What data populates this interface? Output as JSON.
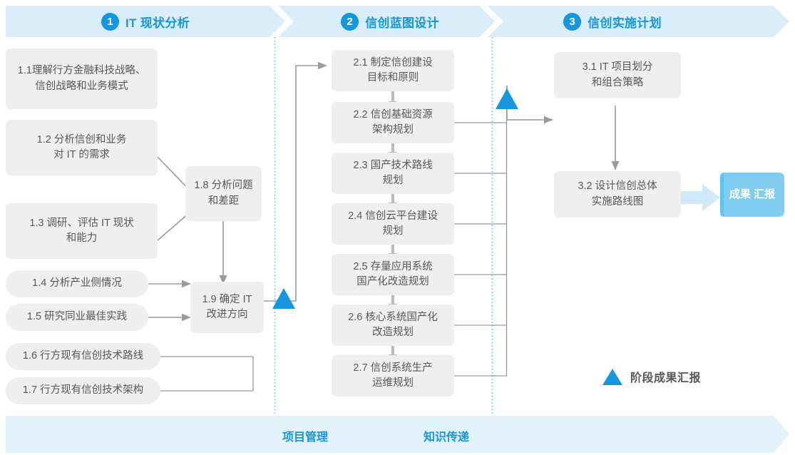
{
  "phases": [
    {
      "number": "1",
      "title": "IT 现状分析"
    },
    {
      "number": "2",
      "title": "信创蓝图设计"
    },
    {
      "number": "3",
      "title": "信创实施计划"
    }
  ],
  "column1": {
    "inputs": [
      {
        "id": "1.1",
        "lines": [
          "1.1理解行方金融科技战略、",
          "信创战略和业务模式"
        ]
      },
      {
        "id": "1.2",
        "lines": [
          "1.2 分析信创和业务",
          "对 IT 的需求"
        ]
      },
      {
        "id": "1.3",
        "lines": [
          "1.3 调研、评估 IT 现状",
          "和能力"
        ]
      },
      {
        "id": "1.4",
        "lines": [
          "1.4 分析产业侧情况"
        ]
      },
      {
        "id": "1.5",
        "lines": [
          "1.5 研究同业最佳实践"
        ]
      },
      {
        "id": "1.6",
        "lines": [
          "1.6 行方现有信创技术路线"
        ]
      },
      {
        "id": "1.7",
        "lines": [
          "1.7 行方现有信创技术架构"
        ]
      }
    ],
    "outputs": [
      {
        "id": "1.8",
        "lines": [
          "1.8 分析问题",
          "和差距"
        ]
      },
      {
        "id": "1.9",
        "lines": [
          "1.9 确定 IT",
          "改进方向"
        ]
      }
    ]
  },
  "column2": {
    "items": [
      {
        "id": "2.1",
        "lines": [
          "2.1 制定信创建设",
          "目标和原则"
        ]
      },
      {
        "id": "2.2",
        "lines": [
          "2.2 信创基础资源",
          "架构规划"
        ]
      },
      {
        "id": "2.3",
        "lines": [
          "2.3 国产技术路线",
          "规划"
        ]
      },
      {
        "id": "2.4",
        "lines": [
          "2.4 信创云平台建设",
          "规划"
        ]
      },
      {
        "id": "2.5",
        "lines": [
          "2.5 存量应用系统",
          "国产化改造规划"
        ]
      },
      {
        "id": "2.6",
        "lines": [
          "2.6 核心系统国产化",
          "改造规划"
        ]
      },
      {
        "id": "2.7",
        "lines": [
          "2.7 信创系统生产",
          "运维规划"
        ]
      }
    ]
  },
  "column3": {
    "items": [
      {
        "id": "3.1",
        "lines": [
          "3.1 IT 项目划分",
          "和组合策略"
        ]
      },
      {
        "id": "3.2",
        "lines": [
          "3.2 设计信创总体",
          "实施路线图"
        ]
      }
    ],
    "result": {
      "lines": [
        "成果",
        "汇报"
      ]
    }
  },
  "legend": {
    "marker": "triangle-icon",
    "label": "阶段成果汇报"
  },
  "footer": {
    "labels": [
      "项目管理",
      "知识传递"
    ]
  },
  "colors": {
    "brand_blue": "#1596dd",
    "band_fill": "#d9edfa",
    "footer_fill": "#e3f3fb",
    "box_fill": "#efefef",
    "box_text": "#58585a",
    "result_fill": "#7fcdf0",
    "connector": "#9b9b9b",
    "divider": "#36b4e5"
  }
}
